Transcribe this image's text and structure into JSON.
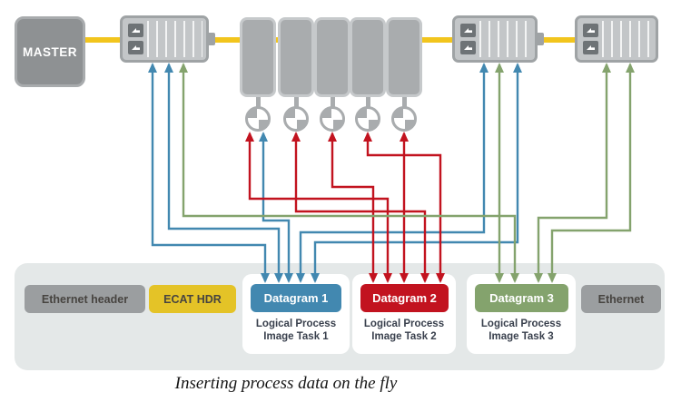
{
  "title_caption": "Inserting process data on the fly",
  "master": {
    "label": "MASTER"
  },
  "colors": {
    "bus_yellow": "#f2c51d",
    "blue": "#4288b0",
    "red": "#c2131f",
    "green": "#84a36d",
    "ecat_yellow": "#e4c327",
    "gray_field": "#9b9ea0",
    "device_gray": "#a9acae",
    "bar_bg": "#e4e8e8"
  },
  "devices": {
    "coupler_stations": [
      "station-1",
      "station-2",
      "station-3"
    ],
    "io_module_count": 5,
    "drive_axis_count": 5
  },
  "frame": {
    "fields": [
      {
        "id": "ethernet_header",
        "label": "Ethernet header",
        "style": "gray"
      },
      {
        "id": "ecat_header",
        "label": "ECAT HDR",
        "style": "yellow"
      },
      {
        "id": "datagram1",
        "label": "Datagram 1",
        "style": "blue",
        "sub": [
          "Logical Process",
          "Image Task 1"
        ]
      },
      {
        "id": "datagram2",
        "label": "Datagram 2",
        "style": "red",
        "sub": [
          "Logical Process",
          "Image Task 2"
        ]
      },
      {
        "id": "datagram3",
        "label": "Datagram 3",
        "style": "green",
        "sub": [
          "Logical Process",
          "Image Task 3"
        ]
      },
      {
        "id": "ethernet_trailer",
        "label": "Ethernet",
        "style": "gray"
      }
    ]
  },
  "connections": [
    {
      "id": "b1",
      "color": "blue",
      "from": "station-1",
      "to": "datagram1"
    },
    {
      "id": "b2",
      "color": "blue",
      "from": "station-1",
      "to": "datagram1"
    },
    {
      "id": "b3",
      "color": "blue",
      "from": "drive-axis-1",
      "to": "datagram1"
    },
    {
      "id": "b4",
      "color": "blue",
      "from": "station-2",
      "to": "datagram1"
    },
    {
      "id": "b5",
      "color": "blue",
      "from": "station-2",
      "to": "datagram1"
    },
    {
      "id": "r1",
      "color": "red",
      "from": "drive-axis-1",
      "to": "datagram2"
    },
    {
      "id": "r2",
      "color": "red",
      "from": "drive-axis-2",
      "to": "datagram2"
    },
    {
      "id": "r3",
      "color": "red",
      "from": "drive-axis-3",
      "to": "datagram2"
    },
    {
      "id": "r4",
      "color": "red",
      "from": "drive-axis-4",
      "to": "datagram2"
    },
    {
      "id": "r5",
      "color": "red",
      "from": "drive-axis-5",
      "to": "datagram2"
    },
    {
      "id": "g1",
      "color": "green",
      "from": "station-1",
      "to": "datagram3"
    },
    {
      "id": "g2",
      "color": "green",
      "from": "station-2",
      "to": "datagram3"
    },
    {
      "id": "g3",
      "color": "green",
      "from": "station-3",
      "to": "datagram3"
    },
    {
      "id": "g4",
      "color": "green",
      "from": "station-3",
      "to": "datagram3"
    }
  ]
}
